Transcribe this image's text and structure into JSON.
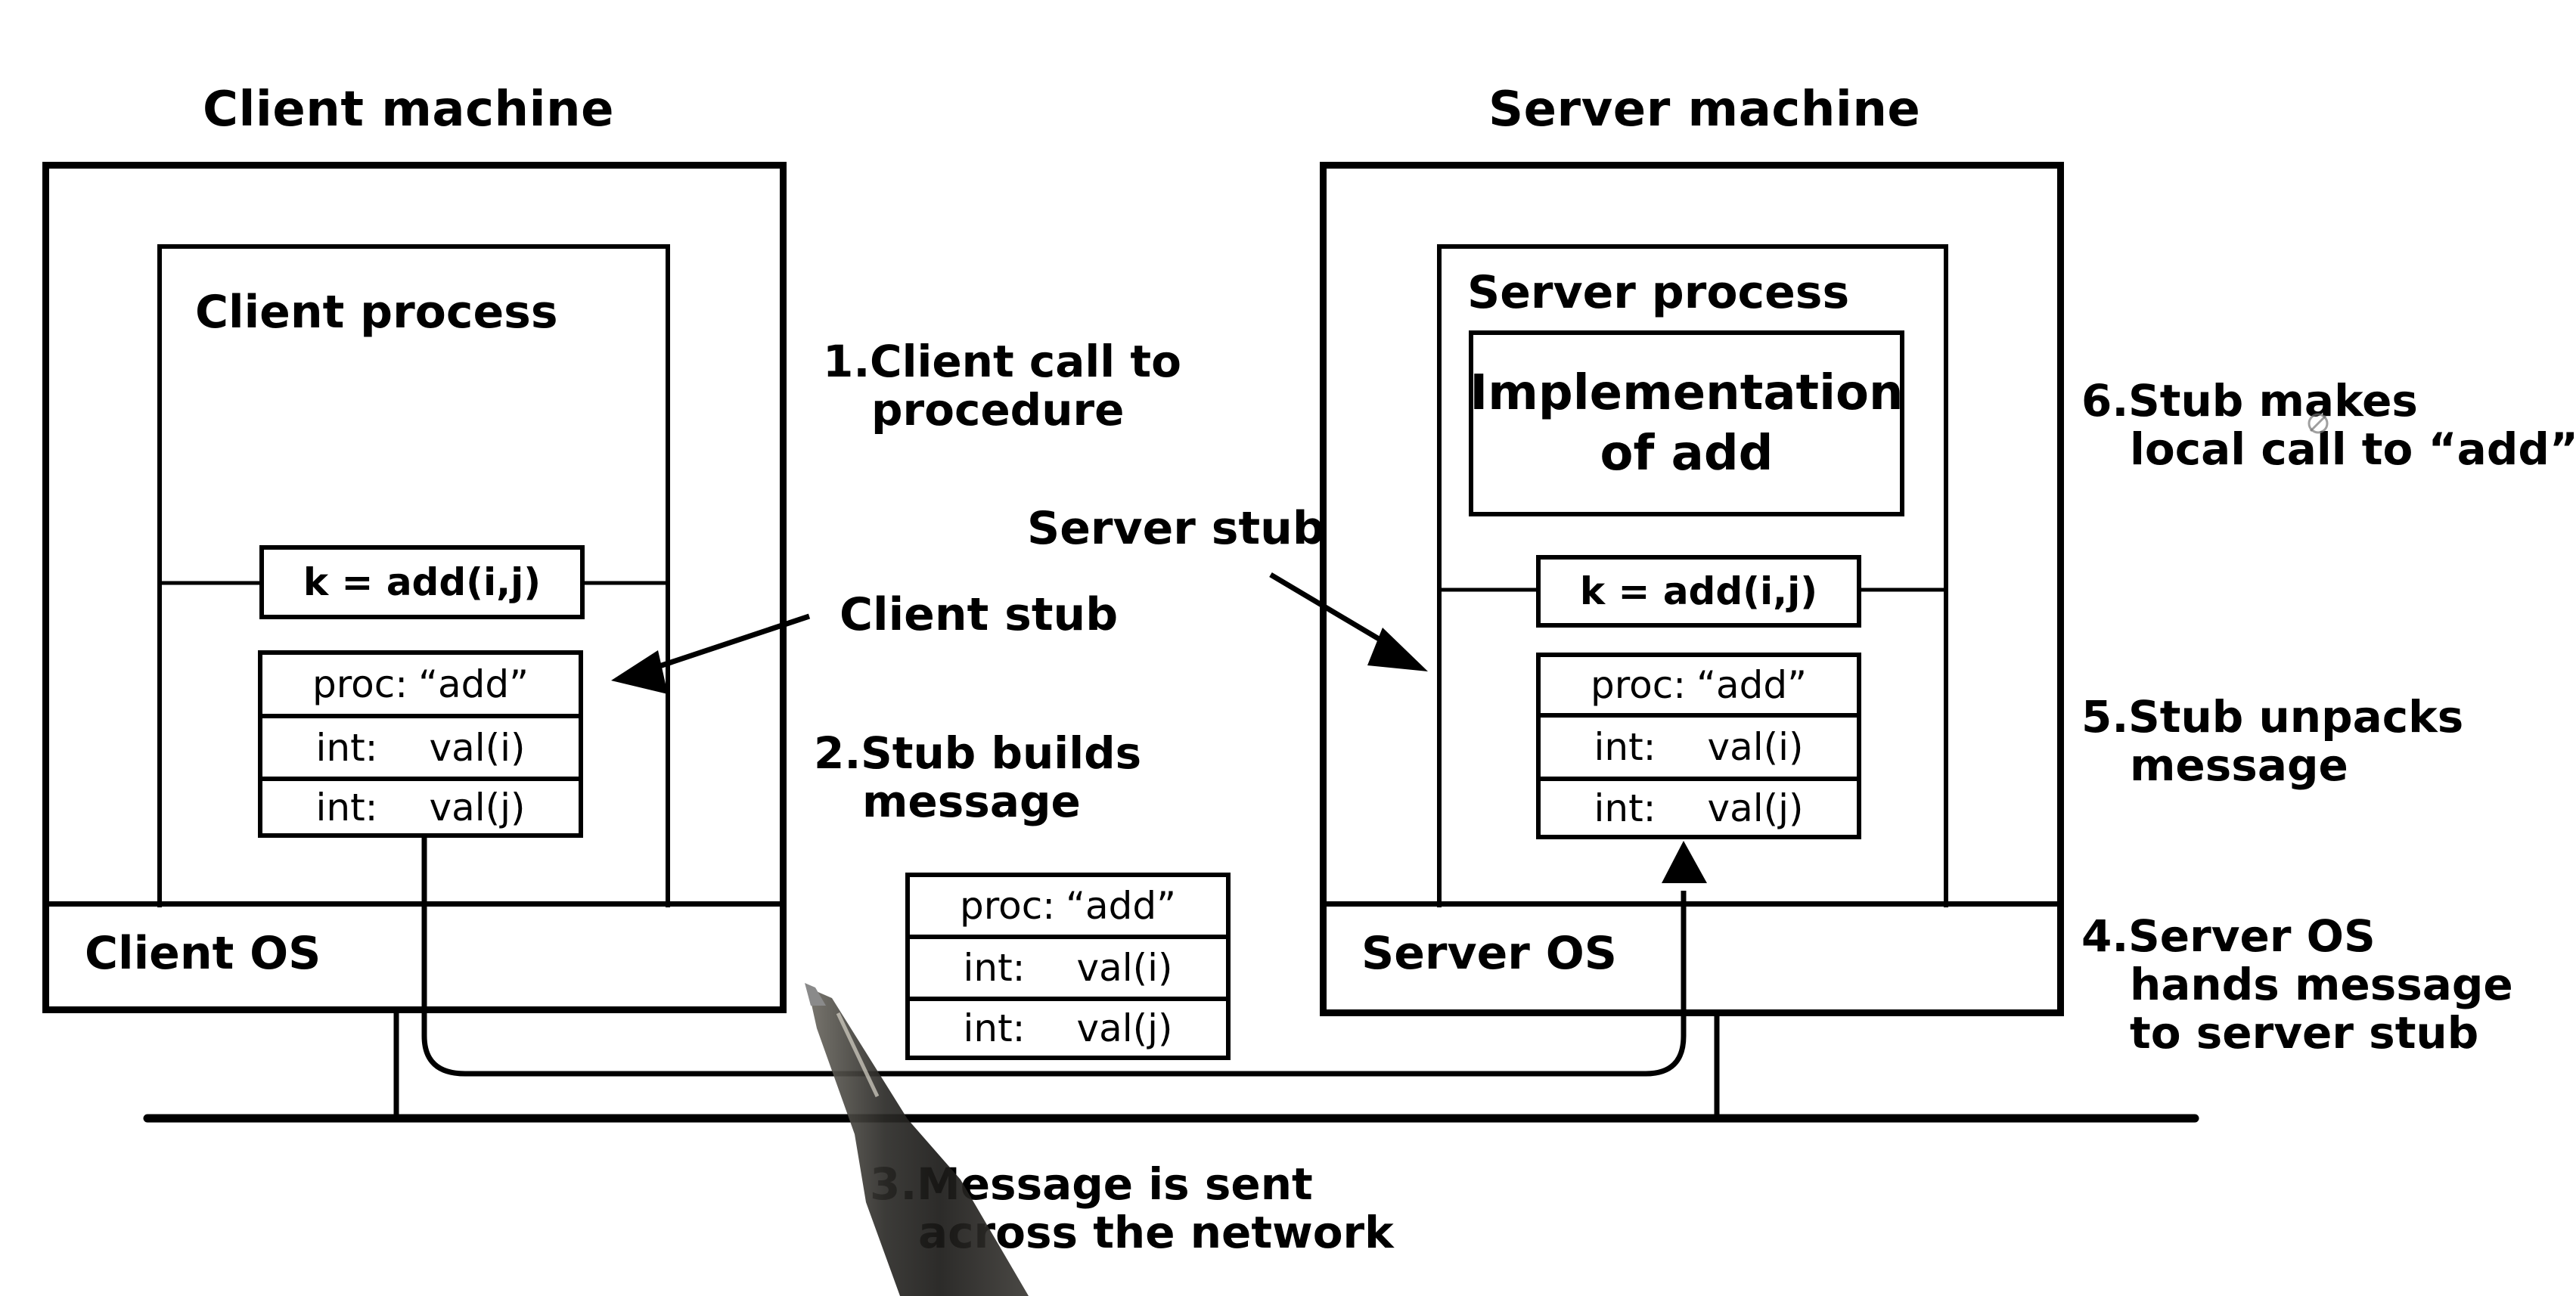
{
  "client": {
    "machine_title": "Client machine",
    "process_label": "Client process",
    "call": "k = add(i,j)",
    "stub_label": "Client stub",
    "os_label": "Client OS",
    "stub_rows": [
      {
        "key": "proc:",
        "value": "“add”"
      },
      {
        "key": "int:",
        "value": "val(i)"
      },
      {
        "key": "int:",
        "value": "val(j)"
      }
    ]
  },
  "server": {
    "machine_title": "Server machine",
    "process_label": "Server process",
    "implementation_line1": "Implementation",
    "implementation_line2": "of add",
    "call": "k = add(i,j)",
    "stub_label": "Server stub",
    "os_label": "Server OS",
    "stub_rows": [
      {
        "key": "proc:",
        "value": "“add”"
      },
      {
        "key": "int:",
        "value": "val(i)"
      },
      {
        "key": "int:",
        "value": "val(j)"
      }
    ]
  },
  "message": {
    "rows": [
      {
        "key": "proc:",
        "value": "“add”"
      },
      {
        "key": "int:",
        "value": "val(i)"
      },
      {
        "key": "int:",
        "value": "val(j)"
      }
    ]
  },
  "steps": [
    {
      "num": "1.",
      "lines": [
        "Client call to",
        "procedure"
      ]
    },
    {
      "num": "2.",
      "lines": [
        "Stub builds",
        "message"
      ]
    },
    {
      "num": "3.",
      "lines": [
        "Message is sent",
        "across the network"
      ]
    },
    {
      "num": "4.",
      "lines": [
        "Server OS",
        "hands message",
        "to server stub"
      ]
    },
    {
      "num": "5.",
      "lines": [
        "Stub unpacks",
        "message"
      ]
    },
    {
      "num": "6.",
      "lines": [
        "Stub makes",
        "local call to “add”"
      ]
    }
  ],
  "icons": {
    "pen": "pen-pointer-icon",
    "cursor": "cursor-icon"
  }
}
